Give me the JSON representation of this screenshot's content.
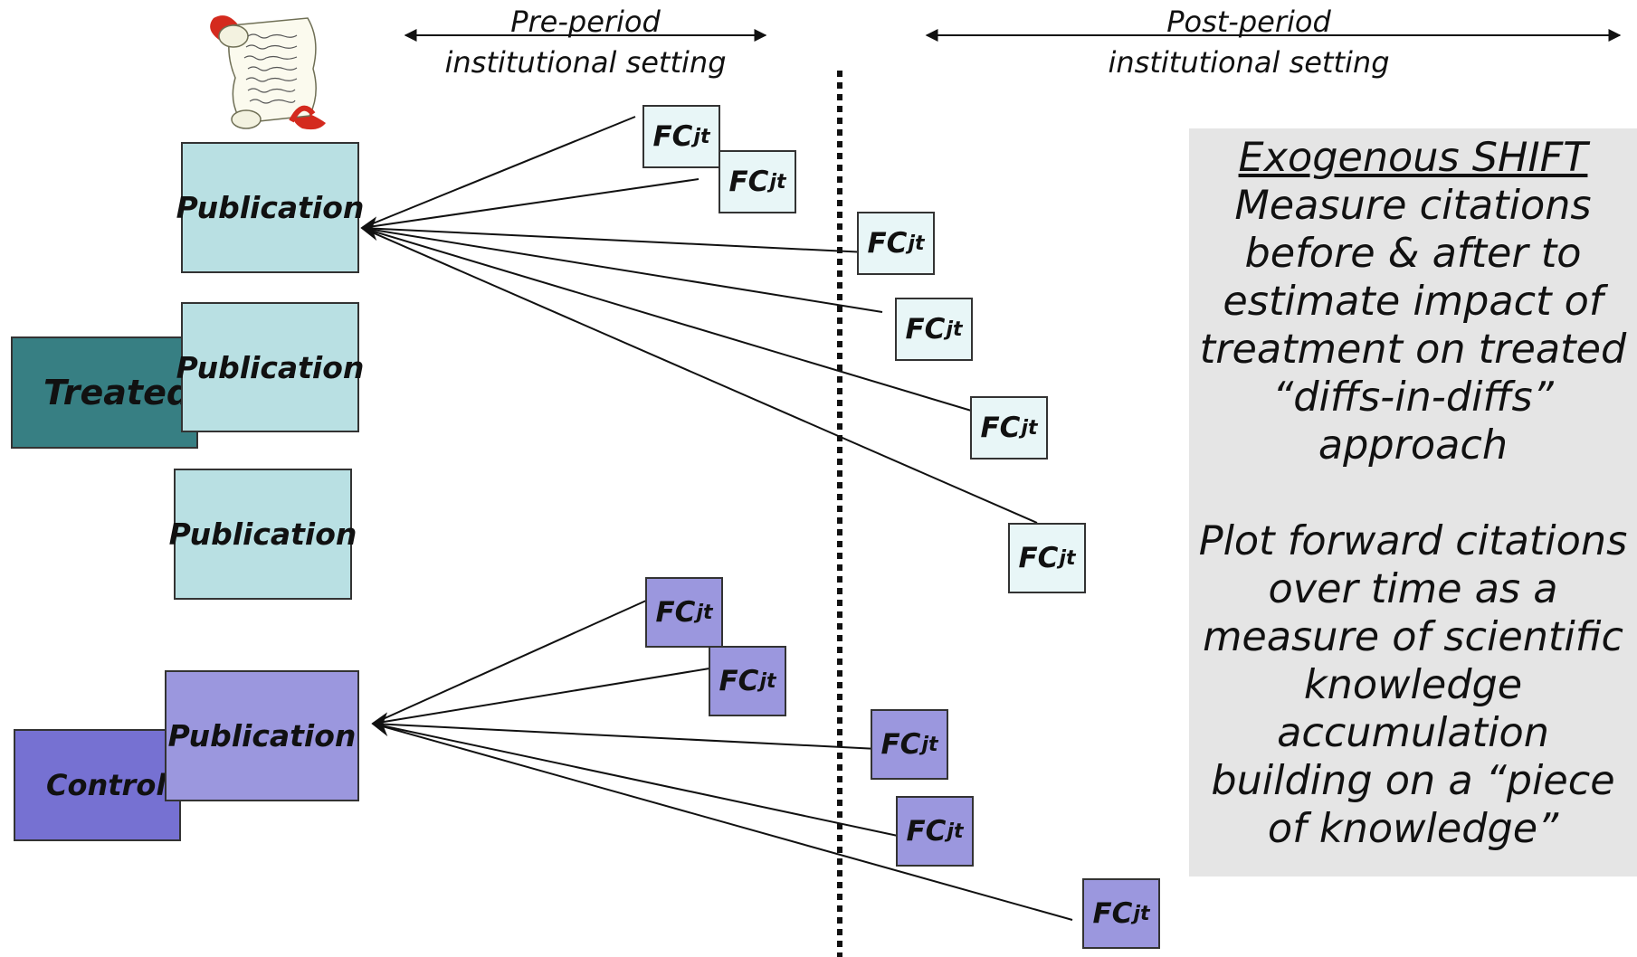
{
  "periods": {
    "pre": {
      "line1": "Pre-period",
      "line2": "institutional setting"
    },
    "post": {
      "line1": "Post-period",
      "line2": "institutional setting"
    }
  },
  "publication_label": "Publication",
  "groups": {
    "treated": "Treated",
    "control": "Control"
  },
  "citation_label": {
    "base": "FC",
    "sub": "jt"
  },
  "panel": {
    "heading": "Exogenous SHIFT",
    "para1": [
      "Measure citations",
      "before & after to",
      "estimate impact of",
      "treatment on treated",
      "“diffs-in-diffs”",
      "approach"
    ],
    "para2": [
      "Plot forward citations",
      "over time as a",
      "measure of scientific",
      "knowledge",
      "accumulation",
      "building on a “piece",
      "of knowledge”"
    ]
  },
  "icons": {
    "scroll": "scroll-manuscript-icon"
  },
  "colors": {
    "publication_treated": "#b9e0e3",
    "treated_group": "#377f83",
    "citation_treated": "#e8f6f7",
    "publication_control": "#9b97de",
    "control_group": "#7671d2",
    "citation_control": "#9b97de",
    "panel_background": "#e5e5e5"
  }
}
